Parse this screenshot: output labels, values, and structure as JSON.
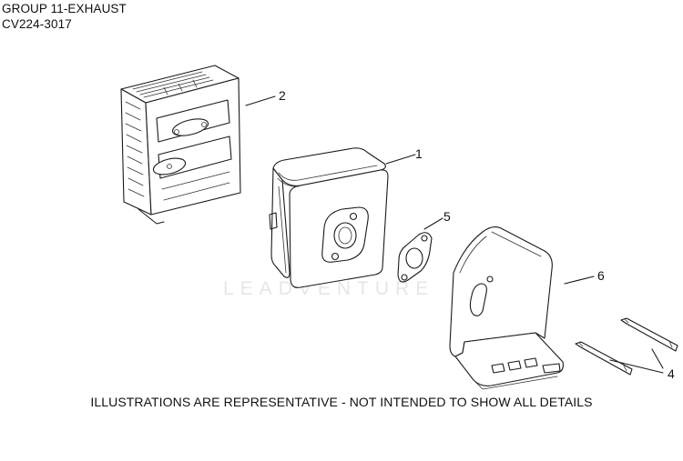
{
  "header": {
    "group_title": "GROUP 11-EXHAUST",
    "model_code": "CV224-3017"
  },
  "callouts": {
    "part_1": "1",
    "part_2": "2",
    "part_4": "4",
    "part_5": "5",
    "part_6": "6"
  },
  "watermark": "LEADVENTURE",
  "footer": {
    "note": "ILLUSTRATIONS ARE REPRESENTATIVE - NOT INTENDED TO SHOW ALL DETAILS"
  }
}
